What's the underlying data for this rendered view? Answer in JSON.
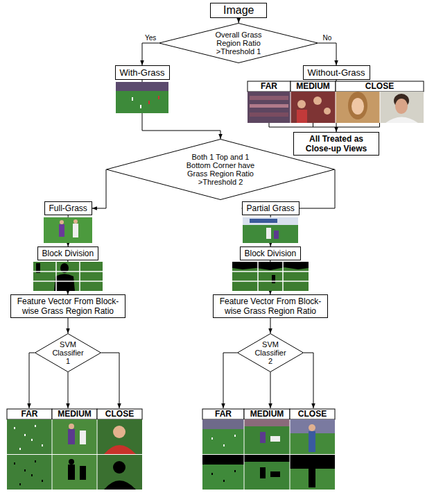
{
  "diagram": {
    "nodes": [
      {
        "text": [
          "Image"
        ]
      },
      {
        "text": [
          "Overall Grass Region Ratio >Threshold 1"
        ]
      },
      {
        "text": [
          "With-Grass"
        ]
      },
      {
        "text": [
          "Without-Grass"
        ]
      },
      {
        "text": [
          "All Treated as Close-up Views"
        ]
      },
      {
        "text": [
          "Both 1 Top and 1 Bottom Corner have Grass Region Ratio >Threshold 2"
        ]
      },
      {
        "text": [
          "Full-Grass"
        ]
      },
      {
        "text": [
          "Partial Grass"
        ]
      },
      {
        "text": [
          "Block Division"
        ]
      },
      {
        "text": [
          "Block Division"
        ]
      },
      {
        "text": [
          "Feature Vector From Block-wise Grass Region Ratio"
        ]
      },
      {
        "text": [
          "Feature Vector From Block-wise Grass Region Ratio"
        ]
      },
      {
        "text": [
          "SVM Classifier 1"
        ]
      },
      {
        "text": [
          "SVM Classifier 2"
        ]
      }
    ],
    "edges": [
      {
        "from": 0,
        "to": 1,
        "arrow": "to"
      },
      {
        "from": 1,
        "to": 2,
        "label": "Yes",
        "arrow": "to"
      },
      {
        "from": 1,
        "to": 3,
        "label": "No",
        "arrow": "to"
      },
      {
        "from": 3,
        "to": 4,
        "arrow": "to"
      },
      {
        "from": 2,
        "to": 5,
        "arrow": "to"
      },
      {
        "from": 5,
        "to": 6,
        "arrow": "to"
      },
      {
        "from": 5,
        "to": 7,
        "arrow": "to"
      },
      {
        "from": 6,
        "to": 8,
        "arrow": "to"
      },
      {
        "from": 7,
        "to": 9,
        "arrow": "to"
      },
      {
        "from": 8,
        "to": 10,
        "arrow": "to"
      },
      {
        "from": 9,
        "to": 11,
        "arrow": "to"
      },
      {
        "from": 10,
        "to": 12,
        "arrow": "to"
      },
      {
        "from": 11,
        "to": 13,
        "arrow": "to"
      }
    ],
    "labels": [
      "FAR",
      "MEDIUM",
      "CLOSE",
      "FAR",
      "MEDIUM",
      "CLOSE",
      "FAR",
      "MEDIUM",
      "CLOSE"
    ]
  }
}
